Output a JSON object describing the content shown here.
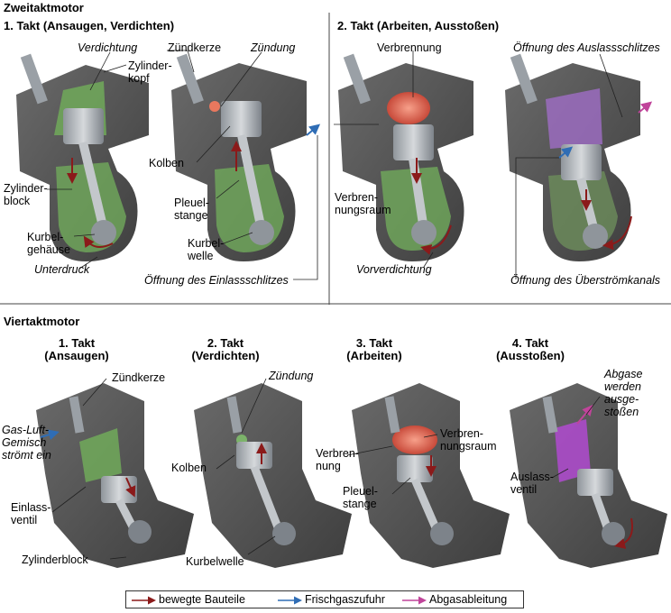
{
  "zweitakt": {
    "title": "Zweitaktmotor",
    "takt1": "1. Takt (Ansaugen, Verdichten)",
    "takt2": "2. Takt (Arbeiten, Ausstoßen)",
    "labels": {
      "verdichtung": "Verdichtung",
      "zylinderkopf": "Zylinder-\nkopf",
      "zuendkerze": "Zündkerze",
      "zuendung": "Zündung",
      "zylinderblock": "Zylinder-\nblock",
      "kolben": "Kolben",
      "pleuelstange": "Pleuel-\nstange",
      "kurbelgehaeuse": "Kurbel-\ngehäuse",
      "kurbelwelle": "Kurbel-\nwelle",
      "unterdruck": "Unterdruck",
      "einlass": "Öffnung des Einlassschlitzes",
      "verbrennung": "Verbrennung",
      "auslass": "Öffnung des Auslassschlitzes",
      "verbrennungsraum": "Verbren-\nnungsraum",
      "vorverdichtung": "Vorverdichtung",
      "ueberstroem": "Öffnung des Überströmkanals"
    }
  },
  "viertakt": {
    "title": "Viertaktmotor",
    "takte": [
      "1. Takt\n(Ansaugen)",
      "2. Takt\n(Verdichten)",
      "3. Takt\n(Arbeiten)",
      "4. Takt\n(Ausstoßen)"
    ],
    "labels": {
      "zuendkerze": "Zündkerze",
      "gasluft": "Gas-Luft-\nGemisch\nströmt ein",
      "einlassventil": "Einlass-\nventil",
      "zylinderblock": "Zylinderblock",
      "zuendung": "Zündung",
      "kolben": "Kolben",
      "kurbelwelle": "Kurbelwelle",
      "verbrennung": "Verbren-\nnung",
      "verbrennungsraum": "Verbren-\nnungsraum",
      "pleuelstange": "Pleuel-\nstange",
      "abgase": "Abgase\nwerden\nausge-\nstoßen",
      "auslassventil": "Auslass-\nventil"
    }
  },
  "legend": {
    "items": [
      {
        "label": "bewegte Bauteile",
        "color": "#8b1a1a"
      },
      {
        "label": "Frischgaszufuhr",
        "color": "#2f6db5"
      },
      {
        "label": "Abgasableitung",
        "color": "#c0449a"
      }
    ]
  },
  "colors": {
    "engine": "#5d5d5d",
    "engine_dark": "#3a3a3a",
    "metal": "#b4b8bc",
    "gas_green": "#6fa55a",
    "burn": "#e0705a",
    "exhaust": "#b04ad0",
    "motion": "#8b1a1a"
  }
}
